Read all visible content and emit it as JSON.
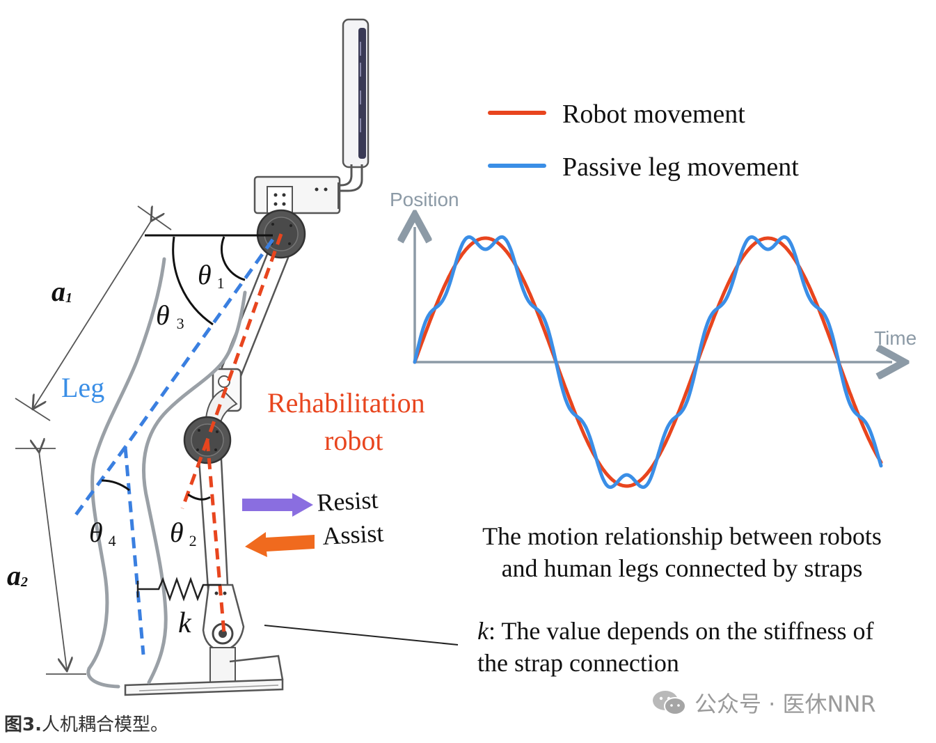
{
  "legend": {
    "robot": "Robot movement",
    "passive": "Passive leg movement"
  },
  "axes": {
    "y_label": "Position",
    "x_label": "Time"
  },
  "labels": {
    "a1": "a",
    "a1_sub": "1",
    "a2": "a",
    "a2_sub": "2",
    "leg": "Leg",
    "robot_line1": "Rehabilitation",
    "robot_line2": "robot",
    "resist": "Resist",
    "assist": "Assist",
    "k": "k",
    "theta": "θ",
    "theta1_sub": "1",
    "theta2_sub": "2",
    "theta3_sub": "3",
    "theta4_sub": "4"
  },
  "motion_text": {
    "line1": "The motion relationship between robots",
    "line2": "and human legs connected by straps"
  },
  "k_text": {
    "k": "k",
    "line1_rest": ": The value depends on the stiffness of",
    "line2": "the strap connection"
  },
  "caption": {
    "fig": "图3.",
    "text": "人机耦合模型。"
  },
  "watermark": {
    "text": "公众号 · 医休NNR"
  },
  "colors": {
    "robot": "#e8451e",
    "passive": "#3a8ee6",
    "leg_dash": "#3a7fe0",
    "resist_arrow": "#8a6ee0",
    "assist_arrow": "#f06a1e",
    "axis": "#8c9aa6"
  },
  "chart_data": {
    "type": "line",
    "title": "",
    "xlabel": "Time",
    "ylabel": "Position",
    "series": [
      {
        "name": "Robot movement",
        "function": "sine",
        "cycles": 1.65,
        "color": "#e8451e"
      },
      {
        "name": "Passive leg movement",
        "function": "sine with high-frequency ripple",
        "cycles": 1.65,
        "color": "#3a8ee6"
      }
    ],
    "grid": false,
    "legend": "top-right"
  }
}
